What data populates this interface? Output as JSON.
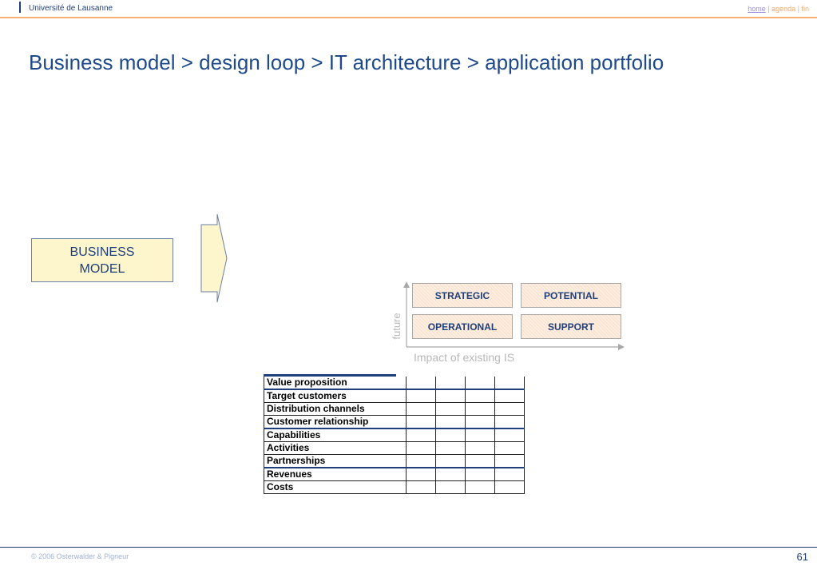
{
  "header": {
    "university": "Université de Lausanne",
    "nav": {
      "home": "home",
      "sep1": " | ",
      "agenda": "agenda",
      "sep2": " | ",
      "fin": "fin"
    }
  },
  "slide": {
    "title": "Business model > design loop > IT architecture > application portfolio",
    "business_model_box": [
      "BUSINESS",
      "MODEL"
    ]
  },
  "matrix": {
    "quadrants": {
      "strategic": "STRATEGIC",
      "potential": "POTENTIAL",
      "operational": "OPERATIONAL",
      "support": "SUPPORT"
    },
    "y_axis_label": "future",
    "x_axis_label": "Impact of existing IS"
  },
  "table": {
    "rows": [
      "Value proposition",
      "Target customers",
      "Distribution channels",
      "Customer relationship",
      "Capabilities",
      "Activities",
      "Partnerships",
      "Revenues",
      "Costs"
    ]
  },
  "footer": {
    "copyright": "© 2006  Osterwalder & Pigneur",
    "page": "61"
  }
}
